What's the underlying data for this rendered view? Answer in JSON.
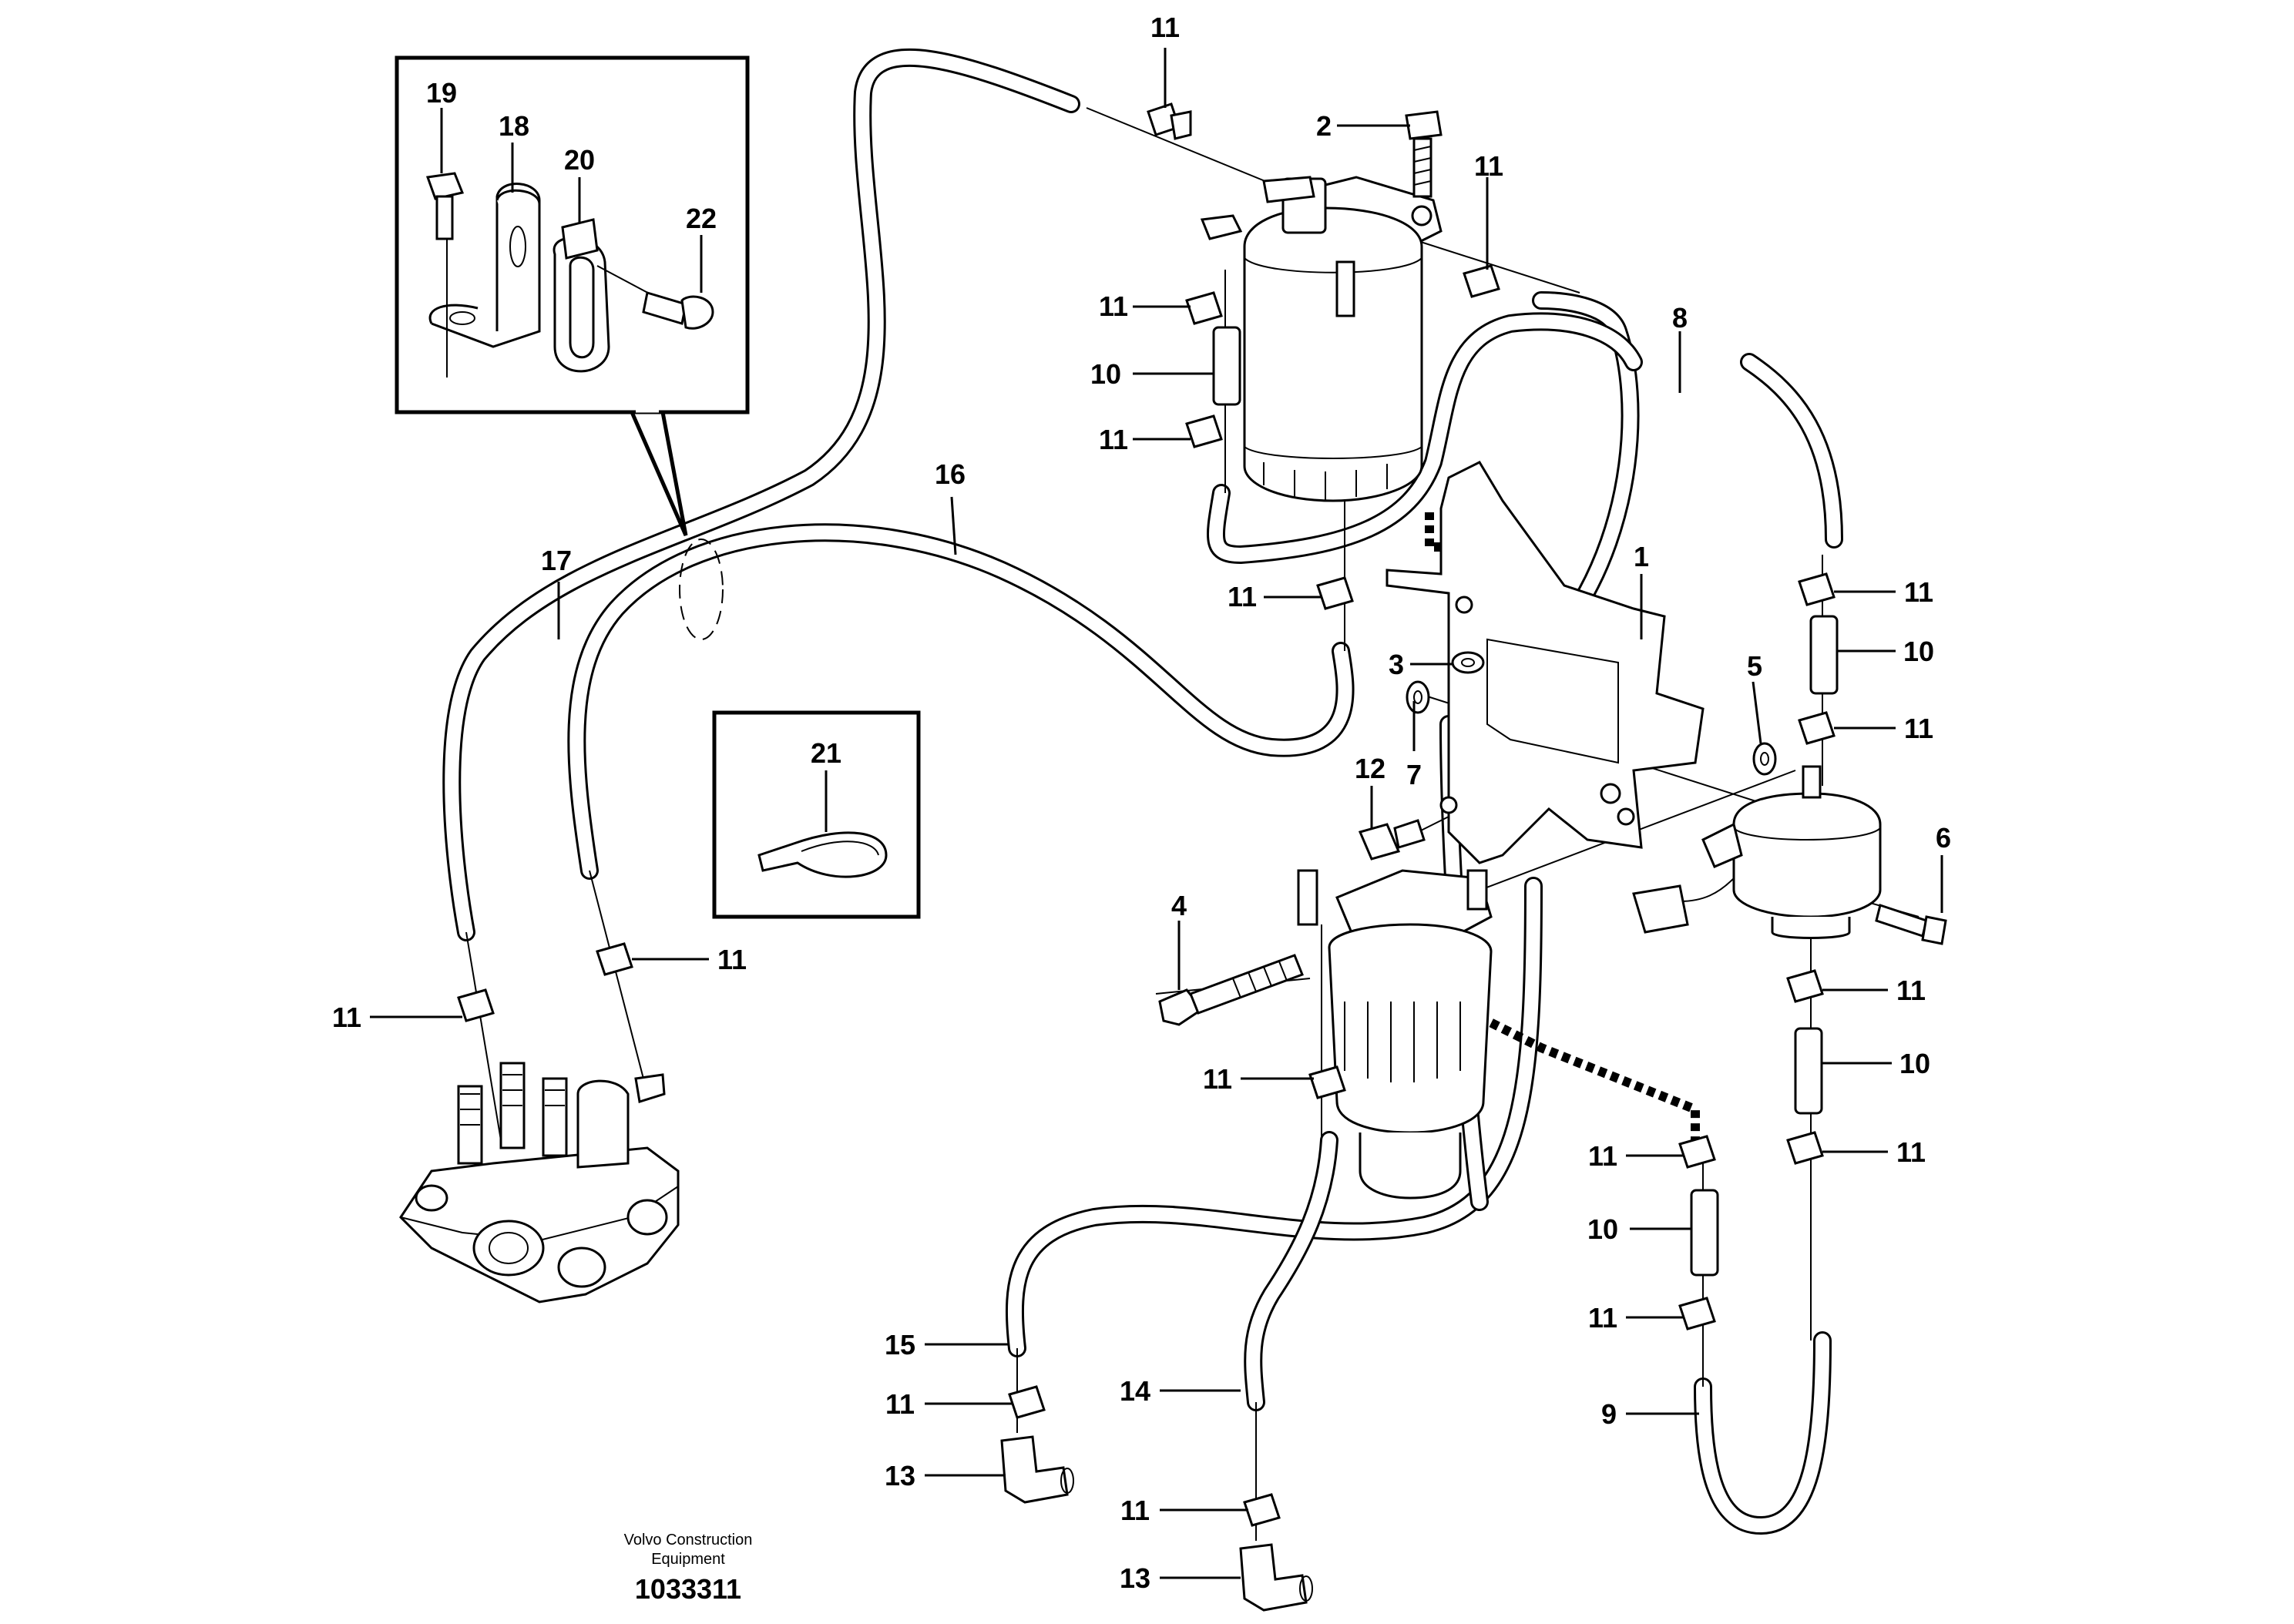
{
  "diagram": {
    "callouts": {
      "c1": "1",
      "c2": "2",
      "c3": "3",
      "c4": "4",
      "c5": "5",
      "c6": "6",
      "c7": "7",
      "c8": "8",
      "c9": "9",
      "c10": "10",
      "c11": "11",
      "c12": "12",
      "c13": "13",
      "c14": "14",
      "c15": "15",
      "c16": "16",
      "c17": "17",
      "c18": "18",
      "c19": "19",
      "c20": "20",
      "c21": "21",
      "c22": "22"
    },
    "caption_line1": "Volvo Construction",
    "caption_line2": "Equipment",
    "document_number": "1033311"
  }
}
